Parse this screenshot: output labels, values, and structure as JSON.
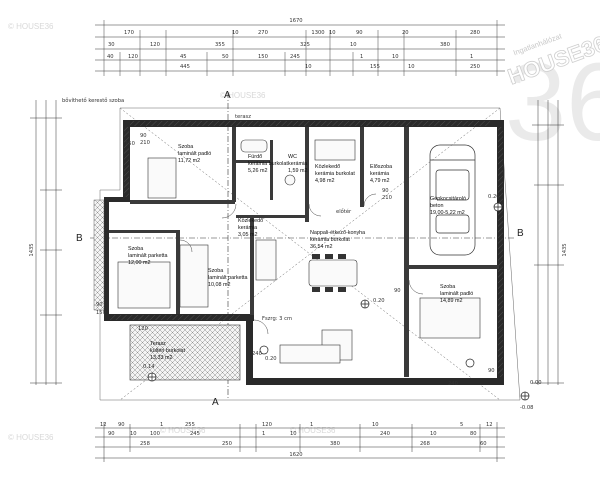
{
  "watermarks": {
    "corner_left": "© HOUSE36",
    "brand_main": "HOUSE36",
    "brand_sub": "Ingatlanhálózat",
    "brand_big": "36"
  },
  "overall": {
    "top_total": "1670",
    "top_sub": "1300",
    "bottom_total": "1620",
    "left_total": "1435",
    "right_total": "1435"
  },
  "dims_top": {
    "row1": [
      "170",
      "10",
      "270",
      "10",
      "90",
      "20",
      "280"
    ],
    "row2": [
      "30",
      "120",
      "355",
      "325",
      "10",
      "380"
    ],
    "row3": [
      "40",
      "120",
      "45",
      "50",
      "150",
      "245",
      "1",
      "10",
      "1"
    ],
    "row4": [
      "445",
      "10",
      "155",
      "10",
      "250"
    ]
  },
  "dims_bottom": {
    "row1": [
      "12",
      "90",
      "1",
      "255",
      "120",
      "1",
      "10",
      "5",
      "12"
    ],
    "row2": [
      "90",
      "10",
      "100",
      "245",
      "1",
      "10",
      "240",
      "10",
      "80"
    ],
    "row3": [
      "258",
      "250",
      "380",
      "268",
      "60"
    ]
  },
  "section_marks": [
    "A",
    "A",
    "B",
    "B"
  ],
  "labels": {
    "entry_note": "bővíthető kerestő szoba",
    "terrace": "terasz",
    "wc": "WC",
    "hall_note": "előtér",
    "floor_note": "Fszrg: 3 cm"
  },
  "rooms": [
    {
      "name": "Szoba",
      "floor": "laminált padló",
      "area": "11,72 m2"
    },
    {
      "name": "Fürdő",
      "floor": "kerámia burkolat",
      "area": "5,26 m2"
    },
    {
      "name": "WC",
      "floor": "kerámia",
      "area": "1,59 m2"
    },
    {
      "name": "Közlekedő",
      "floor": "kerámia burkolat",
      "area": "4,98 m2"
    },
    {
      "name": "Előszoba",
      "floor": "kerámia",
      "area": "4,79 m2"
    },
    {
      "name": "Gépkocsitároló",
      "floor": "beton",
      "area": "19,00-5,22 m2"
    },
    {
      "name": "Szoba",
      "floor": "laminált parketta",
      "area": "12,00 m2"
    },
    {
      "name": "Szoba",
      "floor": "laminált parketta",
      "area": "10,08 m2"
    },
    {
      "name": "Közlekedő",
      "floor": "kerámia",
      "area": "3,05 m2"
    },
    {
      "name": "Nappali-étkező-konyha",
      "floor": "kerámia burkolat",
      "area": "36,54 m2"
    },
    {
      "name": "Szoba",
      "floor": "laminált padló",
      "area": "14,89 m2"
    },
    {
      "name": "Terasz",
      "floor": "kültéri burkolat",
      "area": "13,33 m2"
    }
  ],
  "levels": [
    "0.14",
    "0.20",
    "0.20",
    "0.20",
    "0.00",
    "-0.08"
  ],
  "openings": [
    "90",
    "210",
    "150",
    "90",
    "210",
    "90",
    "120",
    "150",
    "240",
    "90",
    "240",
    "90"
  ]
}
